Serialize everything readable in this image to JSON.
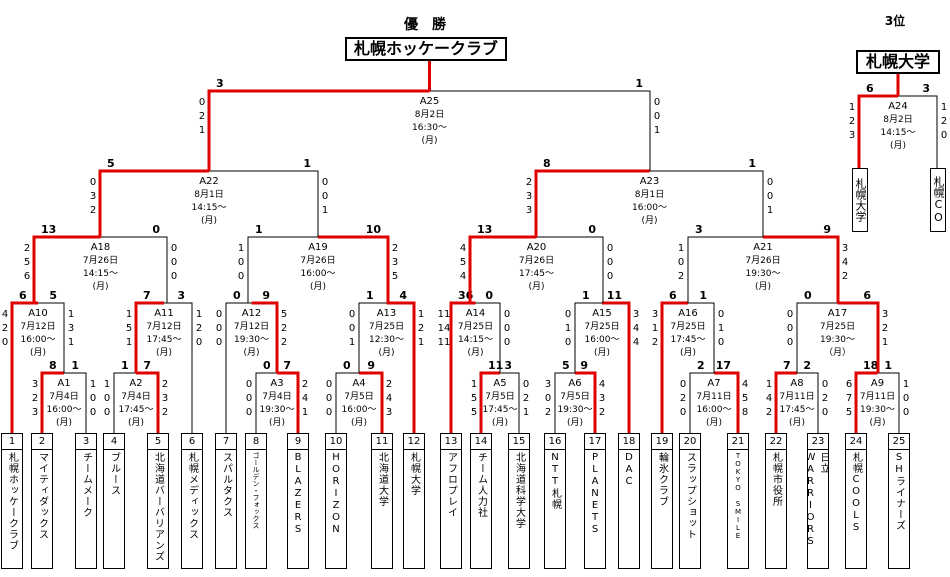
{
  "title": "優　勝",
  "champion": "札幌ホッケークラブ",
  "third_place_title": "3位",
  "third_place": "札幌大学",
  "teams": [
    {
      "num": "1",
      "name": "札幌ホッケークラブ"
    },
    {
      "num": "2",
      "name": "マイティダックス"
    },
    {
      "num": "3",
      "name": "チームメーク"
    },
    {
      "num": "4",
      "name": "ブルース"
    },
    {
      "num": "5",
      "name": "北海道バーバリアンズ"
    },
    {
      "num": "6",
      "name": "札幌メディックス"
    },
    {
      "num": "7",
      "name": "スパルタクス"
    },
    {
      "num": "8",
      "name": "ゴールデン・フォックス"
    },
    {
      "num": "9",
      "name": "BLAZERS"
    },
    {
      "num": "10",
      "name": "HORIZON"
    },
    {
      "num": "11",
      "name": "北海道大学"
    },
    {
      "num": "12",
      "name": "札幌大学"
    },
    {
      "num": "13",
      "name": "アフロプレイ"
    },
    {
      "num": "14",
      "name": "チーム人力社"
    },
    {
      "num": "15",
      "name": "北海道科学大学"
    },
    {
      "num": "16",
      "name": "NTT札幌"
    },
    {
      "num": "17",
      "name": "PLANETS"
    },
    {
      "num": "18",
      "name": "DAC"
    },
    {
      "num": "19",
      "name": "輪氷クラブ"
    },
    {
      "num": "20",
      "name": "スラップショット"
    },
    {
      "num": "21",
      "name": "TOKYO SMILE"
    },
    {
      "num": "22",
      "name": "札幌市役所"
    },
    {
      "num": "23",
      "name": "日立WARRIORS"
    },
    {
      "num": "24",
      "name": "札幌COOLS"
    },
    {
      "num": "25",
      "name": "SHライナーズ"
    }
  ],
  "third_place_teams": [
    "札幌大学",
    "札幌CO"
  ],
  "matches": [
    {
      "id": "A1",
      "date": "7月4日",
      "time": "16:00〜",
      "day": "(月)",
      "left_total": "8",
      "right_total": "1",
      "left_periods": [
        "3",
        "2",
        "3"
      ],
      "right_periods": [
        "1",
        "0",
        "0"
      ]
    },
    {
      "id": "A2",
      "date": "7月4日",
      "time": "17:45〜",
      "day": "(月)",
      "left_total": "1",
      "right_total": "7",
      "left_periods": [
        "1",
        "0",
        "0"
      ],
      "right_periods": [
        "2",
        "3",
        "2"
      ]
    },
    {
      "id": "A3",
      "date": "7月4日",
      "time": "19:30〜",
      "day": "(月)",
      "left_total": "0",
      "right_total": "7",
      "left_periods": [
        "0",
        "0",
        "0"
      ],
      "right_periods": [
        "2",
        "4",
        "1"
      ]
    },
    {
      "id": "A4",
      "date": "7月5日",
      "time": "16:00〜",
      "day": "(月)",
      "left_total": "0",
      "right_total": "9",
      "left_periods": [
        "0",
        "0",
        "0"
      ],
      "right_periods": [
        "2",
        "4",
        "3"
      ]
    },
    {
      "id": "A5",
      "date": "7月5日",
      "time": "17:45〜",
      "day": "(月)",
      "left_total": "11",
      "right_total": "3",
      "left_periods": [
        "1",
        "5",
        "5"
      ],
      "right_periods": [
        "0",
        "2",
        "1"
      ]
    },
    {
      "id": "A6",
      "date": "7月5日",
      "time": "19:30〜",
      "day": "(月)",
      "left_total": "5",
      "right_total": "9",
      "left_periods": [
        "3",
        "0",
        "2"
      ],
      "right_periods": [
        "4",
        "3",
        "2"
      ]
    },
    {
      "id": "A7",
      "date": "7月11日",
      "time": "16:00〜",
      "day": "(月)",
      "left_total": "2",
      "right_total": "17",
      "left_periods": [
        "0",
        "2",
        "0"
      ],
      "right_periods": [
        "4",
        "5",
        "8"
      ]
    },
    {
      "id": "A8",
      "date": "7月11日",
      "time": "17:45〜",
      "day": "(月)",
      "left_total": "7",
      "right_total": "2",
      "left_periods": [
        "1",
        "4",
        "2"
      ],
      "right_periods": [
        "0",
        "2",
        "0"
      ]
    },
    {
      "id": "A9",
      "date": "7月11日",
      "time": "19:30〜",
      "day": "(月)",
      "left_total": "18",
      "right_total": "1",
      "left_periods": [
        "6",
        "7",
        "5"
      ],
      "right_periods": [
        "1",
        "0",
        "0"
      ]
    },
    {
      "id": "A10",
      "date": "7月12日",
      "time": "16:00〜",
      "day": "(月)",
      "left_total": "6",
      "right_total": "5",
      "left_periods": [
        "4",
        "2",
        "0"
      ],
      "right_periods": [
        "1",
        "3",
        "1"
      ]
    },
    {
      "id": "A11",
      "date": "7月12日",
      "time": "17:45〜",
      "day": "(月)",
      "left_total": "7",
      "right_total": "3",
      "left_periods": [
        "1",
        "5",
        "1"
      ],
      "right_periods": [
        "1",
        "2",
        "0"
      ]
    },
    {
      "id": "A12",
      "date": "7月12日",
      "time": "19:30〜",
      "day": "(月)",
      "left_total": "0",
      "right_total": "9",
      "left_periods": [
        "0",
        "0",
        "0"
      ],
      "right_periods": [
        "5",
        "2",
        "2"
      ]
    },
    {
      "id": "A13",
      "date": "7月25日",
      "time": "12:30〜",
      "day": "(月)",
      "left_total": "1",
      "right_total": "4",
      "left_periods": [
        "0",
        "0",
        "1"
      ],
      "right_periods": [
        "1",
        "2",
        "1"
      ]
    },
    {
      "id": "A14",
      "date": "7月25日",
      "time": "14:15〜",
      "day": "(月)",
      "left_total": "36",
      "right_total": "0",
      "left_periods": [
        "11",
        "14",
        "11"
      ],
      "right_periods": [
        "0",
        "0",
        "0"
      ]
    },
    {
      "id": "A15",
      "date": "7月25日",
      "time": "16:00〜",
      "day": "(月)",
      "left_total": "1",
      "right_total": "11",
      "left_periods": [
        "0",
        "1",
        "0"
      ],
      "right_periods": [
        "3",
        "4",
        "4"
      ]
    },
    {
      "id": "A16",
      "date": "7月25日",
      "time": "17:45〜",
      "day": "(月)",
      "left_total": "6",
      "right_total": "1",
      "left_periods": [
        "3",
        "1",
        "2"
      ],
      "right_periods": [
        "0",
        "1",
        "0"
      ]
    },
    {
      "id": "A17",
      "date": "7月25日",
      "time": "19:30〜",
      "day": "（月）",
      "left_total": "0",
      "right_total": "6",
      "left_periods": [
        "0",
        "0",
        "0"
      ],
      "right_periods": [
        "3",
        "2",
        "1"
      ]
    },
    {
      "id": "A18",
      "date": "7月26日",
      "time": "14:15〜",
      "day": "(月)",
      "left_total": "13",
      "right_total": "0",
      "left_periods": [
        "2",
        "5",
        "6"
      ],
      "right_periods": [
        "0",
        "0",
        "0"
      ]
    },
    {
      "id": "A19",
      "date": "7月26日",
      "time": "16:00〜",
      "day": "(月)",
      "left_total": "1",
      "right_total": "10",
      "left_periods": [
        "1",
        "0",
        "0"
      ],
      "right_periods": [
        "2",
        "3",
        "5"
      ]
    },
    {
      "id": "A20",
      "date": "7月26日",
      "time": "17:45〜",
      "day": "(月)",
      "left_total": "13",
      "right_total": "0",
      "left_periods": [
        "4",
        "5",
        "4"
      ],
      "right_periods": [
        "0",
        "0",
        "0"
      ]
    },
    {
      "id": "A21",
      "date": "7月26日",
      "time": "19:30〜",
      "day": "(月)",
      "left_total": "3",
      "right_total": "9",
      "left_periods": [
        "1",
        "0",
        "2"
      ],
      "right_periods": [
        "3",
        "4",
        "2"
      ]
    },
    {
      "id": "A22",
      "date": "8月1日",
      "time": "14:15〜",
      "day": "(月)",
      "left_total": "5",
      "right_total": "1",
      "left_periods": [
        "0",
        "3",
        "2"
      ],
      "right_periods": [
        "0",
        "0",
        "1"
      ]
    },
    {
      "id": "A23",
      "date": "8月1日",
      "time": "16:00〜",
      "day": "(月)",
      "left_total": "8",
      "right_total": "1",
      "left_periods": [
        "2",
        "3",
        "3"
      ],
      "right_periods": [
        "0",
        "0",
        "1"
      ]
    },
    {
      "id": "A24",
      "date": "8月2日",
      "time": "14:15〜",
      "day": "(月)",
      "left_total": "6",
      "right_total": "3",
      "left_periods": [
        "1",
        "2",
        "3"
      ],
      "right_periods": [
        "1",
        "2",
        "0"
      ]
    },
    {
      "id": "A25",
      "date": "8月2日",
      "time": "16:30〜",
      "day": "(月)",
      "left_total": "3",
      "right_total": "1",
      "left_periods": [
        "0",
        "2",
        "1"
      ],
      "right_periods": [
        "0",
        "0",
        "1"
      ]
    }
  ]
}
